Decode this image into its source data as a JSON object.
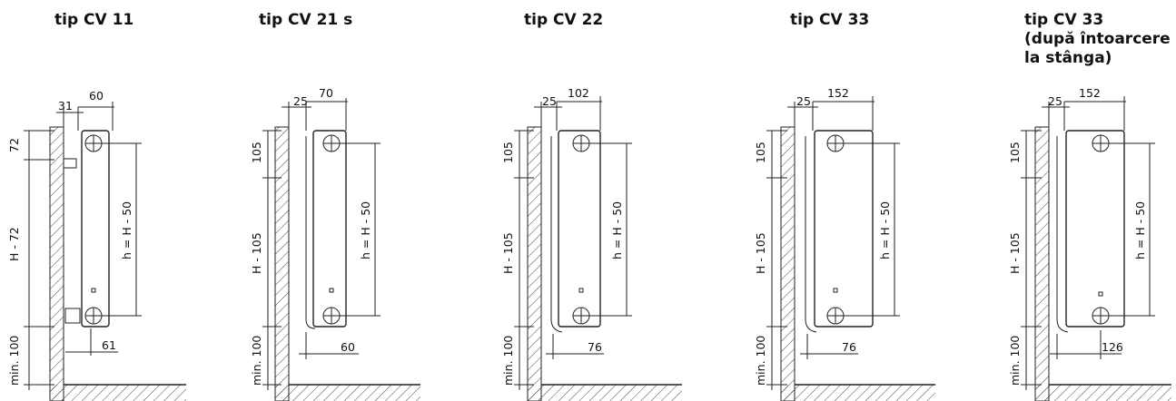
{
  "panels": [
    {
      "title": "tip CV 11",
      "dims": {
        "top_width": "60",
        "top_offset": "31",
        "bottom": "61",
        "left_top": "72",
        "left_mid": "H - 72",
        "left_bottom": "min. 100",
        "height_label": "h = H - 50"
      }
    },
    {
      "title": "tip CV 21 s",
      "dims": {
        "top_width": "70",
        "top_offset": "25",
        "bottom": "60",
        "left_top": "105",
        "left_mid": "H - 105",
        "left_bottom": "min. 100",
        "height_label": "h = H - 50"
      }
    },
    {
      "title": "tip CV 22",
      "dims": {
        "top_width": "102",
        "top_offset": "25",
        "bottom": "76",
        "left_top": "105",
        "left_mid": "H - 105",
        "left_bottom": "min. 100",
        "height_label": "h = H - 50"
      }
    },
    {
      "title": "tip CV 33",
      "dims": {
        "top_width": "152",
        "top_offset": "25",
        "bottom": "76",
        "left_top": "105",
        "left_mid": "H - 105",
        "left_bottom": "min. 100",
        "height_label": "h = H - 50"
      }
    },
    {
      "title": "tip CV 33\n(după întoarcere\nla stânga)",
      "dims": {
        "top_width": "152",
        "top_offset": "25",
        "bottom": "126",
        "left_top": "105",
        "left_mid": "H - 105",
        "left_bottom": "min. 100",
        "height_label": "h = H - 50"
      }
    }
  ]
}
